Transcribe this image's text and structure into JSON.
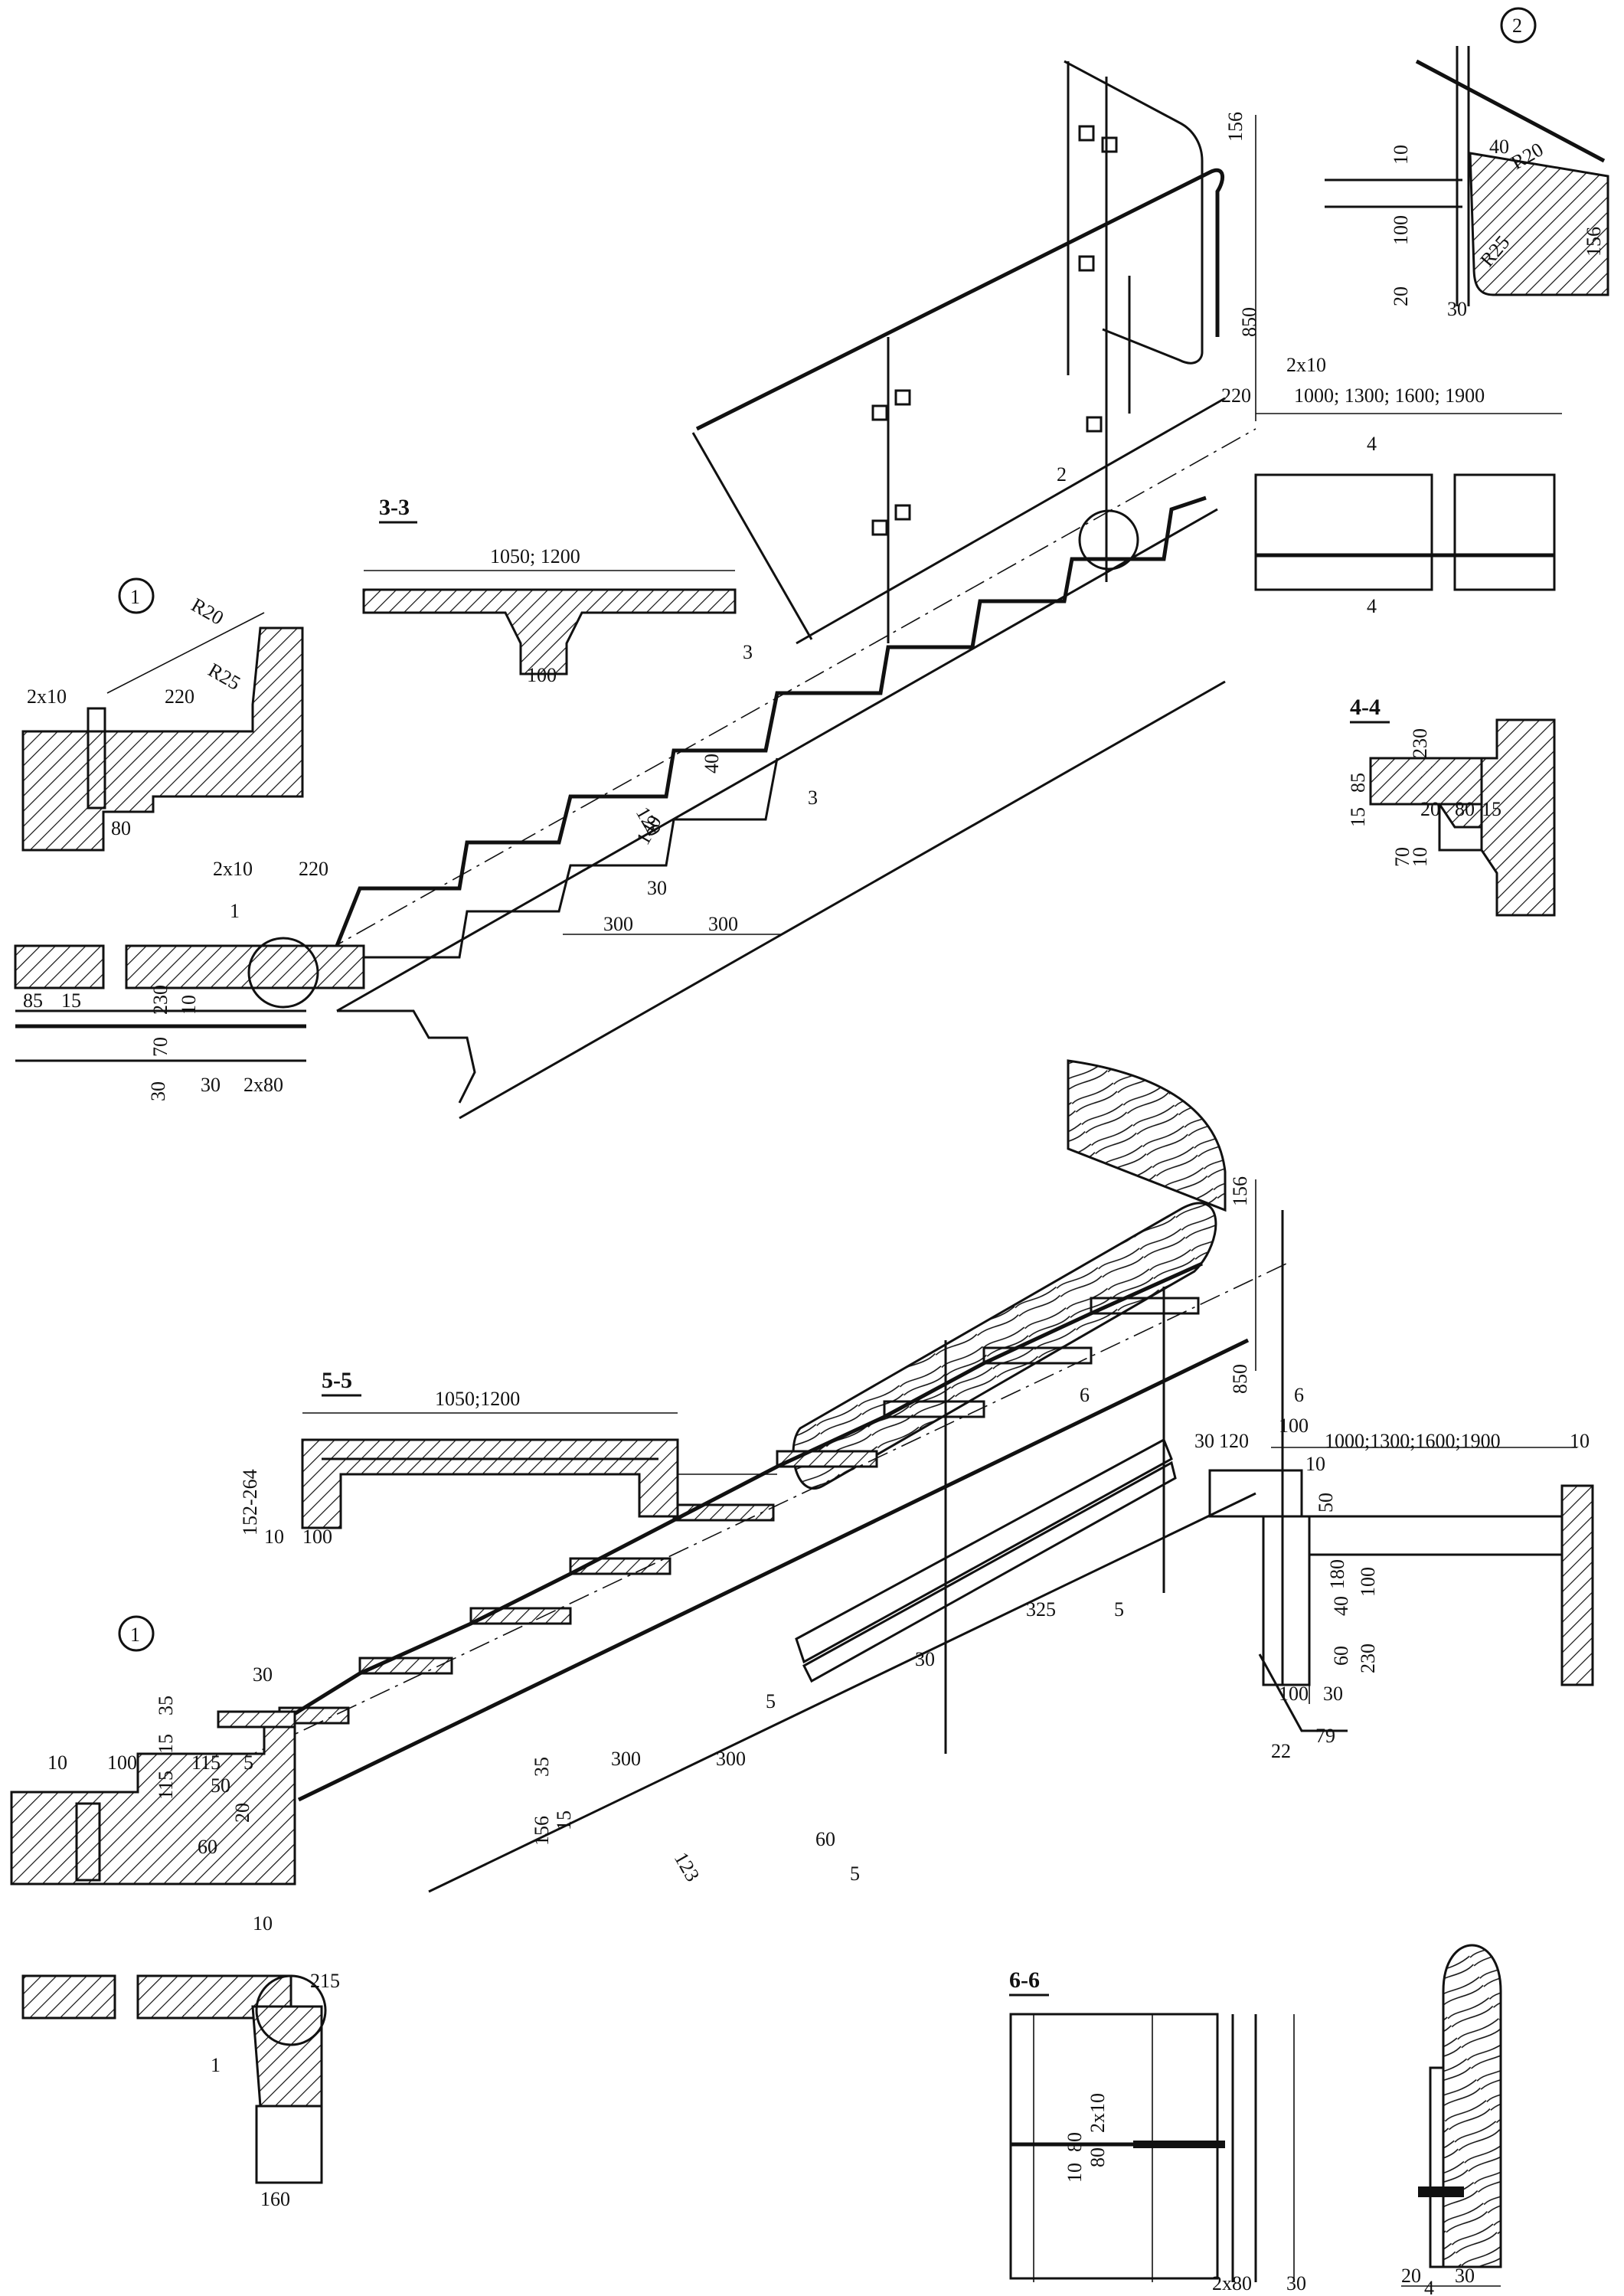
{
  "sections": {
    "s33": "3-3",
    "s44": "4-4",
    "s55": "5-5",
    "s66": "6-6"
  },
  "callouts": {
    "c1_top": "1",
    "c2_top": "2",
    "c1_bottom": "1",
    "leader_1_top": "1",
    "leader_2_top": "2",
    "leader_1_bottom": "1"
  },
  "section_marks": {
    "m3a": "3",
    "m3b": "3",
    "m4a": "4",
    "m4b": "4",
    "m5a": "5",
    "m5b": "5",
    "m6a": "6",
    "m6b": "6"
  },
  "top_view": {
    "d156": "156",
    "d850": "850",
    "d2x10": "2x10",
    "d220": "220",
    "d_widths": "1000; 1300; 1600; 1900",
    "d40": "40",
    "d120": "120",
    "d140": "140",
    "d30": "30",
    "d300a": "300",
    "d300b": "300"
  },
  "detail1_top": {
    "r20": "R20",
    "r25": "R25",
    "d2x10": "2x10",
    "d220": "220",
    "d80": "80"
  },
  "detail2_top": {
    "d10": "10",
    "d40": "40",
    "r20": "R20",
    "d100": "100",
    "r25": "R25",
    "d156": "156",
    "d20": "20",
    "d30": "30"
  },
  "section33": {
    "width": "1050; 1200",
    "d100": "100"
  },
  "section44": {
    "d230": "230",
    "d15a": "15",
    "d85": "85",
    "d20": "20",
    "d80": "80",
    "d15b": "15",
    "d70": "70",
    "d10": "10"
  },
  "top_left_landing": {
    "d2x10": "2x10",
    "d220": "220",
    "d85": "85",
    "d15": "15",
    "d230": "230",
    "d10": "10",
    "d70": "70",
    "d30a": "30",
    "d30b": "30",
    "d2x80": "2x80"
  },
  "section55": {
    "width": "1050;1200",
    "height": "152-264",
    "d10": "10",
    "d100": "100"
  },
  "detail1_bottom": {
    "d30": "30",
    "d35": "35",
    "d15a": "15",
    "d10": "10",
    "d100": "100",
    "d115a": "115",
    "d115b": "115",
    "d5": "5",
    "d50": "50",
    "d20": "20",
    "d60": "60"
  },
  "bottom_view": {
    "d156": "156",
    "d850": "850",
    "d30a": "30",
    "d120": "120",
    "d100a": "100",
    "d_widths": "1000;1300;1600;1900",
    "d10a": "10",
    "d10b": "10",
    "d50": "50",
    "d180": "180",
    "d100b": "100",
    "d40": "40",
    "d60": "60",
    "d230": "230",
    "d100c": "100",
    "d30b": "30",
    "d22": "22",
    "d79": "79",
    "d325": "325",
    "d5": "5",
    "d30c": "30",
    "d300a": "300",
    "d300b": "300",
    "d35": "35",
    "d156b": "156",
    "d15": "15",
    "d123": "123",
    "d60b": "60",
    "d10c": "10",
    "d215": "215",
    "d160": "160"
  },
  "section66": {
    "d2x10": "2x10",
    "d10": "10",
    "d80a": "80",
    "d80b": "80",
    "d2x80": "2x80",
    "d30": "30"
  },
  "handrail_section": {
    "d20": "20",
    "d30": "30",
    "d4": "4"
  }
}
